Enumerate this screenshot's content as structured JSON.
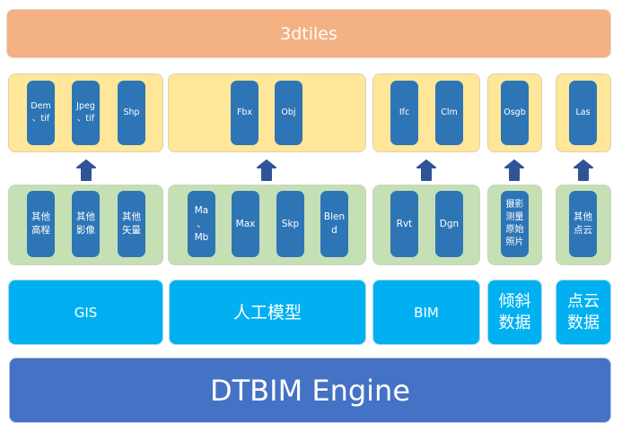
{
  "output_layer": {
    "label": "3dtiles",
    "color": "#f4b183"
  },
  "engine": {
    "label": "DTBIM Engine",
    "color": "#4472c4"
  },
  "colors": {
    "format_group": "#ffe699",
    "source_group": "#c5e0b4",
    "chip": "#2e75b6",
    "category": "#00b0f0",
    "arrow": "#2f5597"
  },
  "columns": [
    {
      "category": "GIS",
      "output_formats": [
        "Dem\n、tif",
        "Jpeg\n、tif",
        "Shp"
      ],
      "source_formats": [
        "其他\n高程",
        "其他\n影像",
        "其他\n矢量"
      ]
    },
    {
      "category": "人工模型",
      "output_formats": [
        "Fbx",
        "Obj"
      ],
      "source_formats": [
        "Ma\n、\nMb",
        "Max",
        "Skp",
        "Blen\nd"
      ]
    },
    {
      "category": "BIM",
      "output_formats": [
        "Ifc",
        "Clm"
      ],
      "source_formats": [
        "Rvt",
        "Dgn"
      ]
    },
    {
      "category": "倾斜\n数据",
      "output_formats": [
        "Osgb"
      ],
      "source_formats": [
        "摄影\n测量\n原始\n照片"
      ]
    },
    {
      "category": "点云\n数据",
      "output_formats": [
        "Las"
      ],
      "source_formats": [
        "其他\n点云"
      ]
    }
  ]
}
